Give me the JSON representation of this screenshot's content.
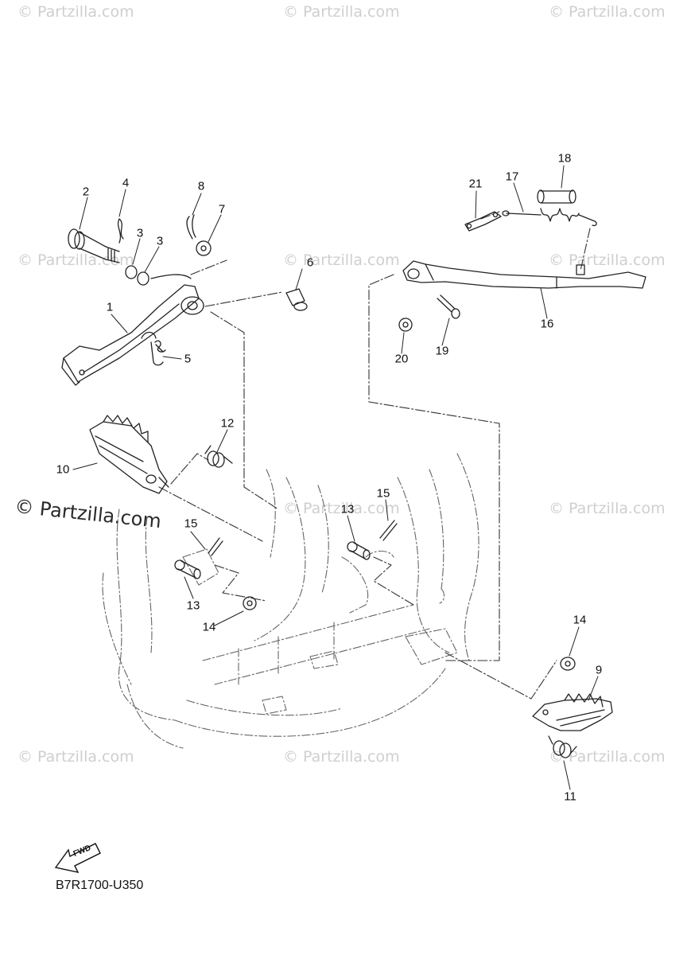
{
  "watermark": {
    "text": "© Partzilla.com"
  },
  "diagram": {
    "code": "B7R1700-U350",
    "fwd_label": "FWD",
    "callouts": [
      {
        "id": "c1",
        "label": "1"
      },
      {
        "id": "c2",
        "label": "2"
      },
      {
        "id": "c3a",
        "label": "3"
      },
      {
        "id": "c3b",
        "label": "3"
      },
      {
        "id": "c4",
        "label": "4"
      },
      {
        "id": "c5",
        "label": "5"
      },
      {
        "id": "c6",
        "label": "6"
      },
      {
        "id": "c7",
        "label": "7"
      },
      {
        "id": "c8",
        "label": "8"
      },
      {
        "id": "c9",
        "label": "9"
      },
      {
        "id": "c10",
        "label": "10"
      },
      {
        "id": "c11",
        "label": "11"
      },
      {
        "id": "c12",
        "label": "12"
      },
      {
        "id": "c13a",
        "label": "13"
      },
      {
        "id": "c13b",
        "label": "13"
      },
      {
        "id": "c14a",
        "label": "14"
      },
      {
        "id": "c14b",
        "label": "14"
      },
      {
        "id": "c15a",
        "label": "15"
      },
      {
        "id": "c15b",
        "label": "15"
      },
      {
        "id": "c16",
        "label": "16"
      },
      {
        "id": "c17",
        "label": "17"
      },
      {
        "id": "c18",
        "label": "18"
      },
      {
        "id": "c19",
        "label": "19"
      },
      {
        "id": "c20",
        "label": "20"
      },
      {
        "id": "c21",
        "label": "21"
      }
    ]
  }
}
